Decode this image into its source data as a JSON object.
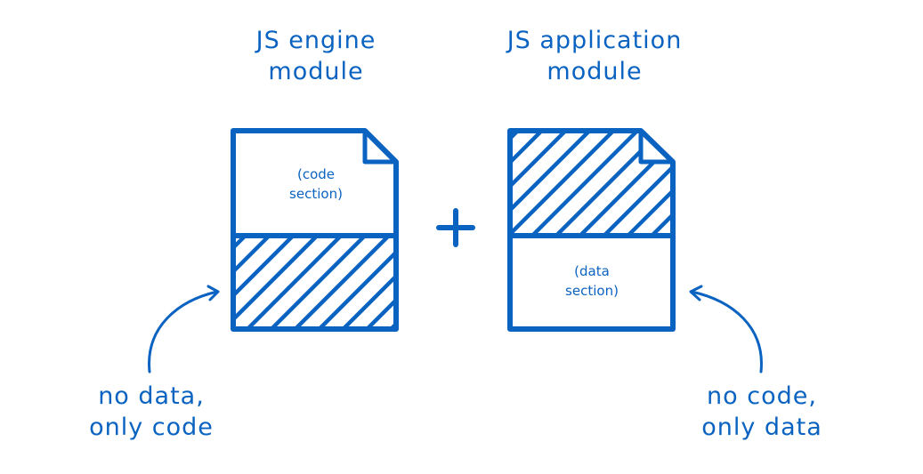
{
  "engine_module": {
    "title_line1": "JS engine",
    "title_line2": "module",
    "section_line1": "(code",
    "section_line2": "section)"
  },
  "app_module": {
    "title_line1": "JS application",
    "title_line2": "module",
    "section_line1": "(data",
    "section_line2": "section)"
  },
  "operator": "+",
  "left_note": {
    "line1": "no data,",
    "line2": "only code"
  },
  "right_note": {
    "line1": "no code,",
    "line2": "only data"
  },
  "colors": {
    "accent": "#0b63c1"
  }
}
